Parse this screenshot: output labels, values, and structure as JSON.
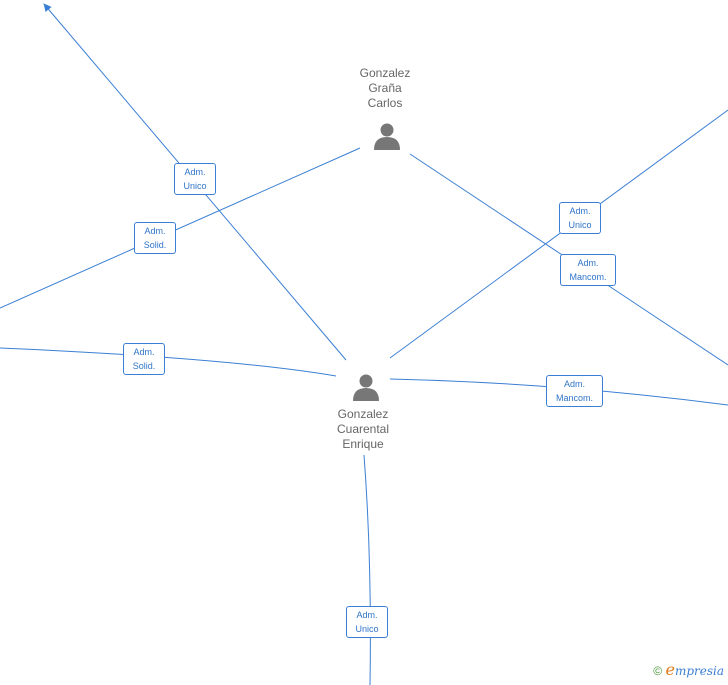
{
  "people": {
    "carlos": {
      "line1": "Gonzalez",
      "line2": "Graña",
      "line3": "Carlos"
    },
    "enrique": {
      "line1": "Gonzalez",
      "line2": "Cuarental",
      "line3": "Enrique"
    }
  },
  "roles": {
    "r1": {
      "line1": "Adm.",
      "line2": "Unico"
    },
    "r2": {
      "line1": "Adm.",
      "line2": "Solid."
    },
    "r3": {
      "line1": "Adm.",
      "line2": "Unico"
    },
    "r4": {
      "line1": "Adm.",
      "line2": "Mancom."
    },
    "r5": {
      "line1": "Adm.",
      "line2": "Solid."
    },
    "r6": {
      "line1": "Adm.",
      "line2": "Mancom."
    },
    "r7": {
      "line1": "Adm.",
      "line2": "Unico"
    }
  },
  "watermark": {
    "symbol": "©",
    "e": "e",
    "brand": "mpresia"
  },
  "colors": {
    "edge": "#3b7fd4",
    "label_text": "#2f74c8",
    "node_icon": "#777777",
    "name_text": "#666666"
  }
}
